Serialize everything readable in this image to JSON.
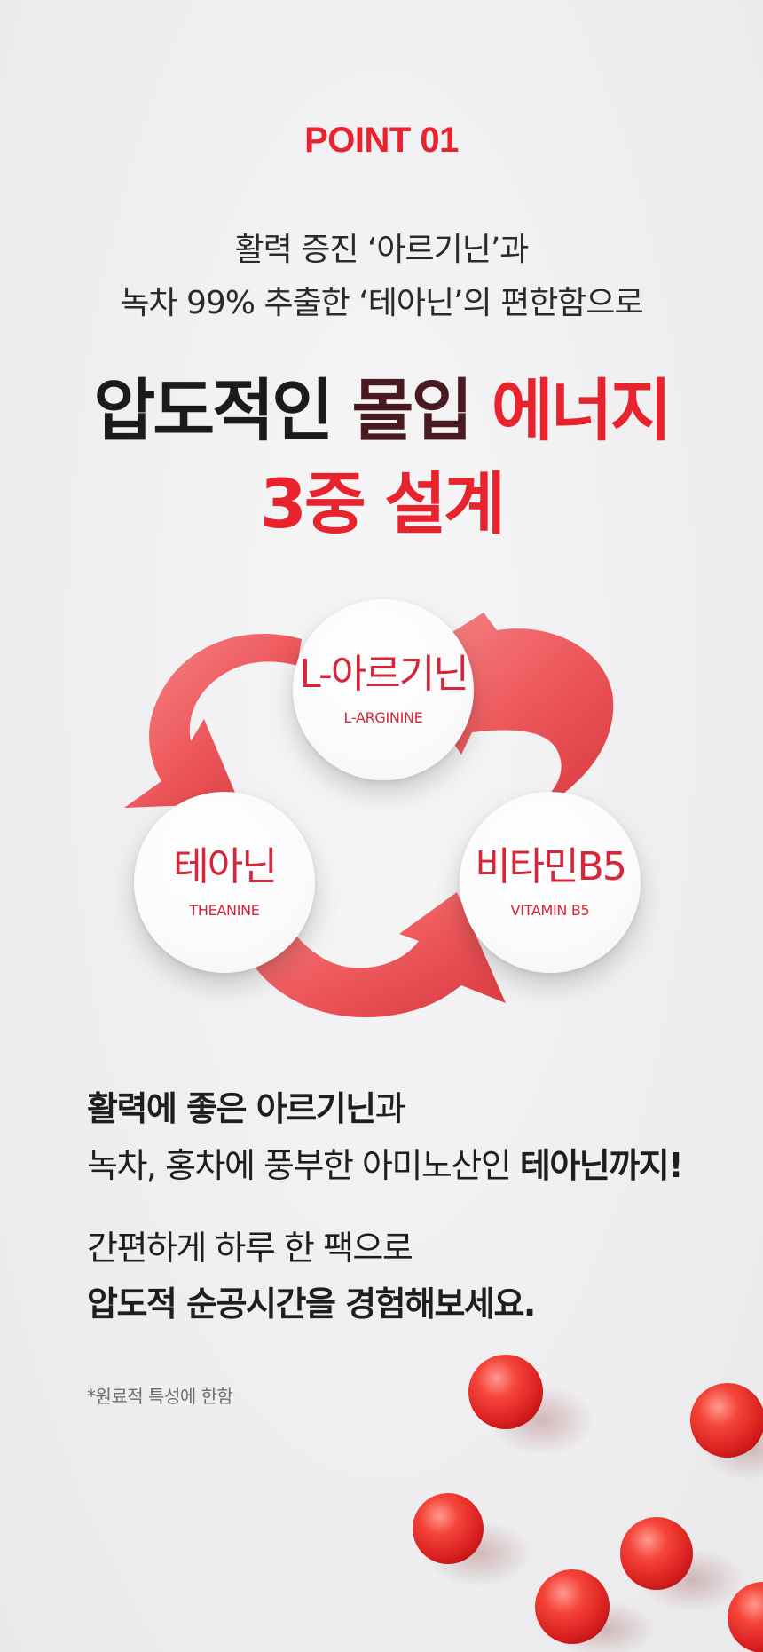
{
  "point_label": "POINT 01",
  "intro": {
    "line1": "활력 증진 ‘아르기닌’과",
    "line2": "녹차 99% 추출한 ‘테아닌’의 편한함으로"
  },
  "headline": {
    "line1_part1": "압도적인",
    "line1_part2": "몰입",
    "line1_part3": "에너지",
    "line2": "3중 설계"
  },
  "ingredients": [
    {
      "name_ko": "L-아르기닌",
      "name_en": "L-ARGININE"
    },
    {
      "name_ko": "테아닌",
      "name_en": "THEANINE"
    },
    {
      "name_ko": "비타민B5",
      "name_en": "VITAMIN B5"
    }
  ],
  "body": {
    "line1_bold": "활력에 좋은 아르기닌",
    "line1_rest": "과",
    "line2_regular": "녹차, 홍차에 풍부한 아미노산인 ",
    "line2_bold": "테아닌까지!",
    "line3": "간편하게 하루 한 팩으로",
    "line4": "압도적 순공시간을 경험해보세요."
  },
  "note": "*원료적 특성에 한함",
  "colors": {
    "accent": "#e8232e",
    "maroon": "#4a1a22",
    "ingredient": "#d7263a"
  }
}
